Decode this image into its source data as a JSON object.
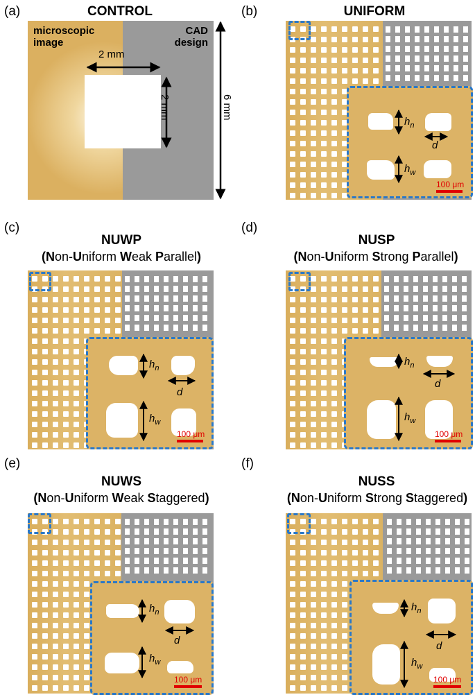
{
  "panels": {
    "a": {
      "label": "(a)",
      "title": "CONTROL",
      "left_label": "microscopic\nimage",
      "right_label": "CAD\ndesign",
      "dim_horizontal": "2 mm",
      "dim_vertical": "2 mm",
      "dim_outer": "6 mm"
    },
    "b": {
      "label": "(b)",
      "title": "UNIFORM"
    },
    "c": {
      "label": "(c)",
      "title": "NUWP"
    },
    "d": {
      "label": "(d)",
      "title": "NUSP"
    },
    "e": {
      "label": "(e)",
      "title": "NUWS"
    },
    "f": {
      "label": "(f)",
      "title": "NUSS"
    }
  },
  "subtitle_words": {
    "c": [
      [
        "N",
        "on-"
      ],
      [
        "U",
        "niform "
      ],
      [
        "W",
        "eak "
      ],
      [
        "P",
        "arallel"
      ]
    ],
    "d": [
      [
        "N",
        "on-"
      ],
      [
        "U",
        "niform "
      ],
      [
        "S",
        "trong "
      ],
      [
        "P",
        "arallel"
      ]
    ],
    "e": [
      [
        "N",
        "on-"
      ],
      [
        "U",
        "niform "
      ],
      [
        "W",
        "eak "
      ],
      [
        "S",
        "taggered"
      ]
    ],
    "f": [
      [
        "N",
        "on-"
      ],
      [
        "U",
        "niform "
      ],
      [
        "S",
        "trong "
      ],
      [
        "S",
        "taggered"
      ]
    ]
  },
  "inset": {
    "h_symbol": "h",
    "sub_n": "n",
    "sub_w": "w",
    "d_symbol": "d",
    "scale_text": "100 μm"
  },
  "colors": {
    "gold": "#dcb366",
    "cad_gray": "#9a9a9a",
    "dashed_blue": "#2a78c8",
    "scale_red": "#e00000"
  }
}
